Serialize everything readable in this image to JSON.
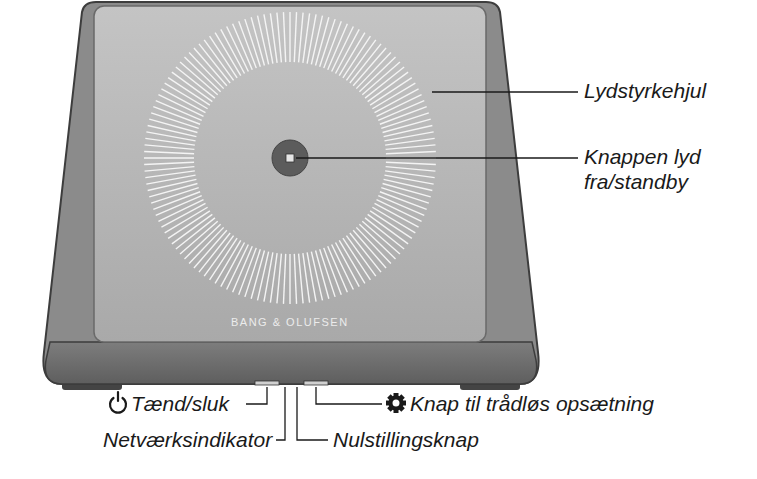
{
  "diagram": {
    "labels": [
      "Lydstyrkehjul",
      "Knappen lyd fra/standby",
      "BANG & OLUFSEN",
      "Tænd/sluk",
      "Knap til trådløs opsætning",
      "Netværksindikator",
      "Nulstillingsknap"
    ]
  }
}
